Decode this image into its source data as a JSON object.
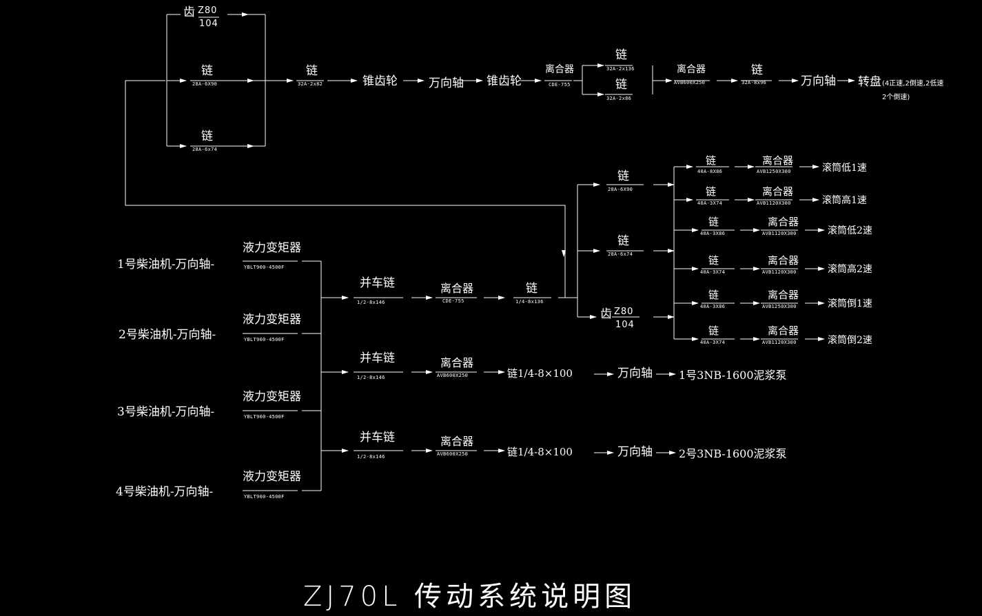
{
  "title": "ZJ70L 传动系统说明图",
  "engines": [
    {
      "label": "1号柴油机-万向轴-",
      "converter": "液力变矩器",
      "converter_model": "YBLT900-4500F"
    },
    {
      "label": "2号柴油机-万向轴-",
      "converter": "液力变矩器",
      "converter_model": "YBLT900-4500F"
    },
    {
      "label": "3号柴油机-万向轴-",
      "converter": "液力变矩器",
      "converter_model": "YBLT900-4500F"
    },
    {
      "label": "4号柴油机-万向轴-",
      "converter": "液力变矩器",
      "converter_model": "YBLT900-4500F"
    }
  ],
  "compound": [
    {
      "chain": "并车链",
      "chain_spec": "1/2-8x146",
      "clutch": "离合器",
      "clutch_spec": "CDE-755",
      "next": "链",
      "next_spec": "1/4-8x136"
    },
    {
      "chain": "并车链",
      "chain_spec": "1/2-8x146",
      "clutch": "离合器",
      "clutch_spec": "AVB600X250",
      "next": "链1/4-8×100",
      "shaft": "万向轴",
      "pump": "1号3NB-1600泥浆泵"
    },
    {
      "chain": "并车链",
      "chain_spec": "1/2-8x146",
      "clutch": "离合器",
      "clutch_spec": "AVB600X250",
      "next": "链1/4-8×100",
      "shaft": "万向轴",
      "pump": "2号3NB-1600泥浆泵"
    }
  ],
  "top_branch": {
    "gear": "齿",
    "gear_num": "Z80",
    "gear_den": "104",
    "chain1": "链",
    "chain1_spec": "28A-6X90",
    "chain2": "链",
    "chain2_spec": "28A-6x74"
  },
  "rotary": {
    "chain": "链",
    "chain_spec": "32A-2x82",
    "bevel1": "锥齿轮",
    "shaft1": "万向轴",
    "bevel2": "锥齿轮",
    "clutch1": "离合器",
    "clutch1_spec": "CDE-755",
    "chain_a": "链",
    "chain_a_spec": "32A-2x136",
    "chain_b": "链",
    "chain_b_spec": "32A-2x86",
    "clutch2": "离合器",
    "clutch2_spec": "AVB600X250",
    "chain3": "链",
    "chain3_spec": "32A-8x96",
    "shaft2": "万向轴",
    "table": "转盘",
    "table_note1": "(4正速,2倒速,2低速",
    "table_note2": "2个倒速)"
  },
  "drawworks_branch": {
    "chain1": "链",
    "chain1_spec": "28A-6X90",
    "chain2": "链",
    "chain2_spec": "28A-6x74",
    "gear": "齿",
    "gear_num": "Z80",
    "gear_den": "104"
  },
  "drum_speeds": [
    {
      "chain": "链",
      "chain_spec": "40A-8X86",
      "clutch": "离合器",
      "clutch_spec": "AVB1250X300",
      "result": "滚筒低1速"
    },
    {
      "chain": "链",
      "chain_spec": "40A-3X74",
      "clutch": "离合器",
      "clutch_spec": "AVB1120X300",
      "result": "滚筒高1速"
    },
    {
      "chain": "链",
      "chain_spec": "40A-3X86",
      "clutch": "离合器",
      "clutch_spec": "AVB1120X300",
      "result": "滚筒低2速"
    },
    {
      "chain": "链",
      "chain_spec": "40A-3X74",
      "clutch": "离合器",
      "clutch_spec": "AVB1120X300",
      "result": "滚筒高2速"
    },
    {
      "chain": "链",
      "chain_spec": "40A-3X86",
      "clutch": "离合器",
      "clutch_spec": "AVB1250X300",
      "result": "滚筒倒1速"
    },
    {
      "chain": "链",
      "chain_spec": "40A-3X74",
      "clutch": "离合器",
      "clutch_spec": "AVB1120X300",
      "result": "滚筒倒2速"
    }
  ]
}
